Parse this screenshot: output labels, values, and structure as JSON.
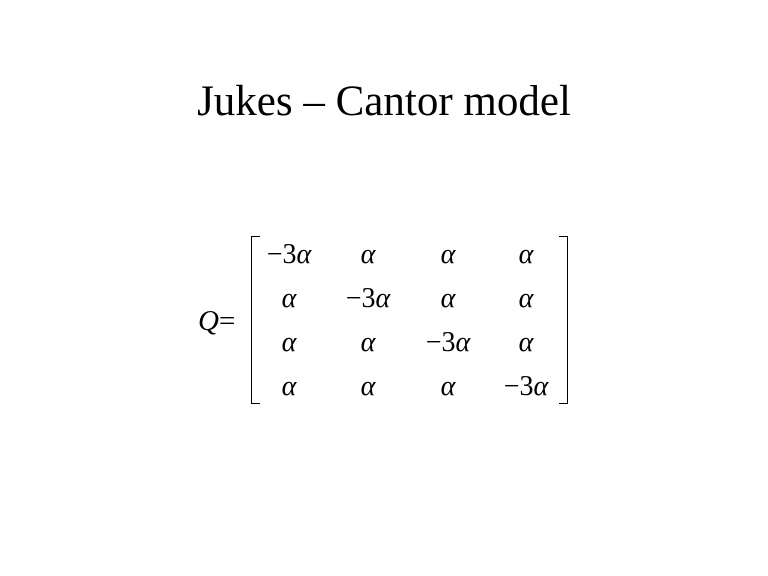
{
  "title": "Jukes – Cantor model",
  "equation": {
    "lhs_symbol": "Q",
    "equals": "=",
    "matrix": [
      [
        {
          "coef": "−3",
          "var": "α"
        },
        {
          "coef": "",
          "var": "α"
        },
        {
          "coef": "",
          "var": "α"
        },
        {
          "coef": "",
          "var": "α"
        }
      ],
      [
        {
          "coef": "",
          "var": "α"
        },
        {
          "coef": "−3",
          "var": "α"
        },
        {
          "coef": "",
          "var": "α"
        },
        {
          "coef": "",
          "var": "α"
        }
      ],
      [
        {
          "coef": "",
          "var": "α"
        },
        {
          "coef": "",
          "var": "α"
        },
        {
          "coef": "−3",
          "var": "α"
        },
        {
          "coef": "",
          "var": "α"
        }
      ],
      [
        {
          "coef": "",
          "var": "α"
        },
        {
          "coef": "",
          "var": "α"
        },
        {
          "coef": "",
          "var": "α"
        },
        {
          "coef": "−3",
          "var": "α"
        }
      ]
    ]
  }
}
